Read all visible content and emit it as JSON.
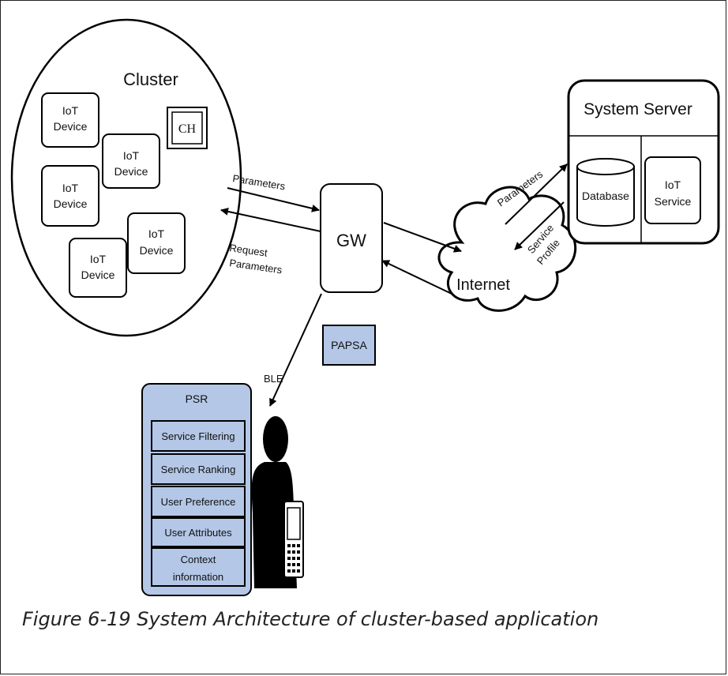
{
  "cluster": {
    "title": "Cluster",
    "ch_label": "CH",
    "devices": [
      {
        "line1": "IoT",
        "line2": "Device"
      },
      {
        "line1": "IoT",
        "line2": "Device"
      },
      {
        "line1": "IoT",
        "line2": "Device"
      },
      {
        "line1": "IoT",
        "line2": "Device"
      },
      {
        "line1": "IoT",
        "line2": "Device"
      }
    ]
  },
  "gateway": {
    "label": "GW"
  },
  "papsa": {
    "label": "PAPSA"
  },
  "internet": {
    "label": "Internet"
  },
  "server": {
    "title": "System Server",
    "database_label": "Database",
    "service_line1": "IoT",
    "service_line2": "Service"
  },
  "edges": {
    "cluster_to_gw": "Parameters",
    "gw_to_cluster_line1": "Request",
    "gw_to_cluster_line2": "Parameters",
    "internet_to_server": "Parameters",
    "server_to_internet_line1": "Service",
    "server_to_internet_line2": "Profile",
    "gw_to_user": "BLE"
  },
  "psr": {
    "title": "PSR",
    "modules": [
      {
        "line1": "Service Filtering",
        "line2": ""
      },
      {
        "line1": "Service Ranking",
        "line2": ""
      },
      {
        "line1": "User Preference",
        "line2": ""
      },
      {
        "line1": "User Attributes",
        "line2": ""
      },
      {
        "line1": "Context",
        "line2": "information"
      }
    ]
  },
  "colors": {
    "accent_fill": "#b4c7e7",
    "stroke": "#000000"
  },
  "caption": "Figure 6-19 System Architecture of cluster-based application"
}
